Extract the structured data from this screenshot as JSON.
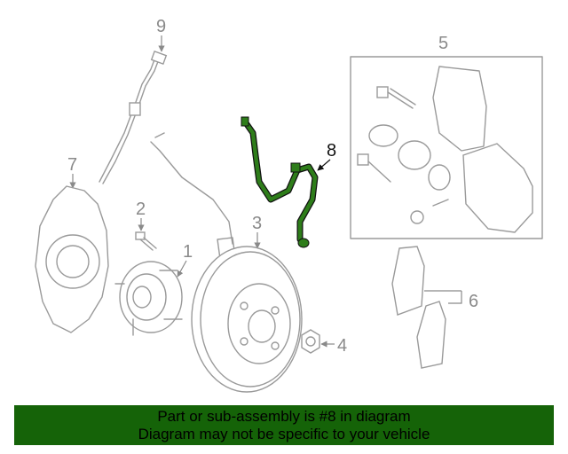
{
  "diagram": {
    "callouts": {
      "c1": "1",
      "c2": "2",
      "c3": "3",
      "c4": "4",
      "c5": "5",
      "c6": "6",
      "c7": "7",
      "c8": "8",
      "c9": "9"
    },
    "highlight_color": "#2e7d1a"
  },
  "banner": {
    "line1": "Part or sub-assembly is #8 in diagram",
    "line2": "Diagram may not be specific to your vehicle",
    "color": "#156308"
  }
}
